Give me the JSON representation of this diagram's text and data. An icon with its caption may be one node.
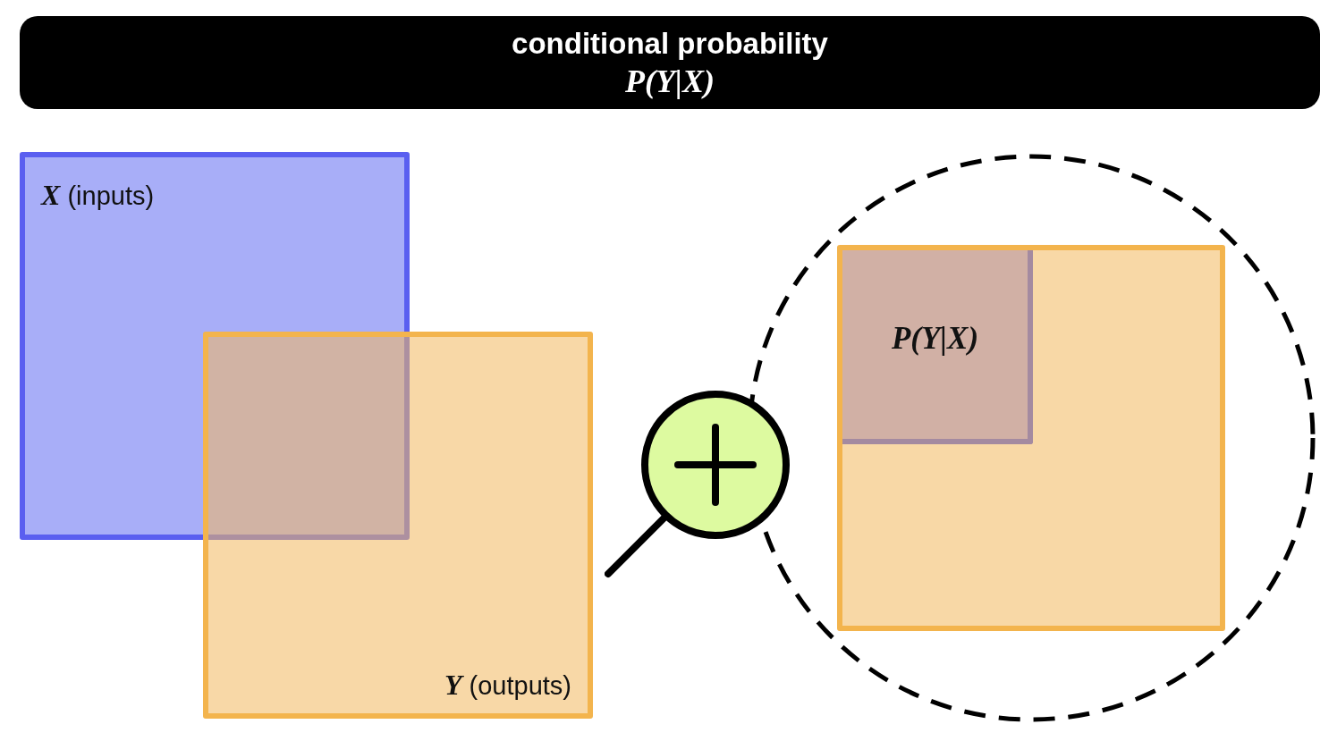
{
  "diagram": {
    "title": "conditional probability *P(Y|X)*",
    "nodes": [
      {
        "text": [
          "*X* (inputs)"
        ]
      },
      {
        "text": [
          "*Y* (outputs)"
        ]
      },
      {
        "text": [],
        "shape": "circle"
      },
      {
        "text": [],
        "shape": "box",
        "in": 2
      },
      {
        "text": [
          "P(Y|X)"
        ],
        "in": 3
      }
    ]
  }
}
